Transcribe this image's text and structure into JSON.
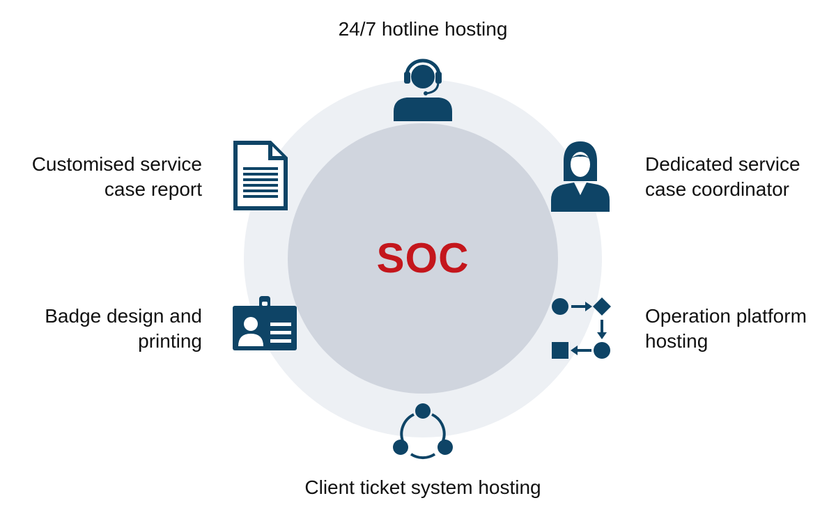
{
  "colors": {
    "accent": "#c4161c",
    "icon": "#0e4466",
    "outer_ring": "#edf0f4",
    "inner_circle": "#d0d5de"
  },
  "center": {
    "label": "SOC"
  },
  "services": [
    {
      "lines": [
        "24/7 hotline hosting"
      ],
      "icon": "headset-agent-icon"
    },
    {
      "lines": [
        "Dedicated service",
        "case coordinator"
      ],
      "icon": "female-coordinator-icon"
    },
    {
      "lines": [
        "Operation platform",
        "hosting"
      ],
      "icon": "process-flow-icon"
    },
    {
      "lines": [
        "Client ticket system hosting"
      ],
      "icon": "network-cycle-icon"
    },
    {
      "lines": [
        "Badge design and",
        "printing"
      ],
      "icon": "id-badge-icon"
    },
    {
      "lines": [
        "Customised service",
        "case report"
      ],
      "icon": "document-report-icon"
    }
  ]
}
